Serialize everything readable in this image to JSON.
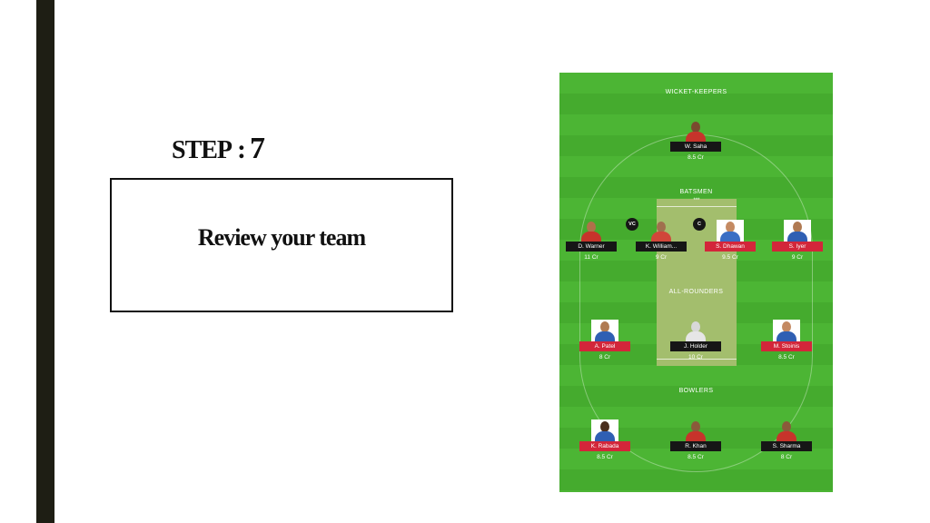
{
  "slide": {
    "step_word": "STEP",
    "step_separator": ":",
    "step_number": "7",
    "instruction": "Review your team"
  },
  "field": {
    "sections": {
      "wicket_keepers": "WICKET-KEEPERS",
      "batsmen": "BATSMEN",
      "all_rounders": "ALL-ROUNDERS",
      "bowlers": "BOWLERS"
    },
    "pitch_marker": "***",
    "colors": {
      "name_tag_red": "#d3263a",
      "name_tag_dark": "#161616",
      "grass": "#4cb534",
      "pitch": "#a3be6d"
    },
    "vc_badge": "VC",
    "c_badge": "C",
    "players": [
      {
        "name": "W. Saha",
        "price": "8.5 Cr",
        "tag": "dark"
      },
      {
        "name": "D. Warner",
        "price": "11 Cr",
        "tag": "dark"
      },
      {
        "name": "K. William...",
        "price": "9 Cr",
        "tag": "dark"
      },
      {
        "name": "S. Dhawan",
        "price": "9.5 Cr",
        "tag": "red"
      },
      {
        "name": "S. Iyer",
        "price": "9 Cr",
        "tag": "red"
      },
      {
        "name": "A. Patel",
        "price": "8 Cr",
        "tag": "red"
      },
      {
        "name": "J. Holder",
        "price": "10 Cr",
        "tag": "dark"
      },
      {
        "name": "M. Stoinis",
        "price": "8.5 Cr",
        "tag": "red"
      },
      {
        "name": "K. Rabada",
        "price": "8.5 Cr",
        "tag": "red"
      },
      {
        "name": "R. Khan",
        "price": "8.5 Cr",
        "tag": "dark"
      },
      {
        "name": "S. Sharma",
        "price": "8 Cr",
        "tag": "dark"
      }
    ]
  }
}
